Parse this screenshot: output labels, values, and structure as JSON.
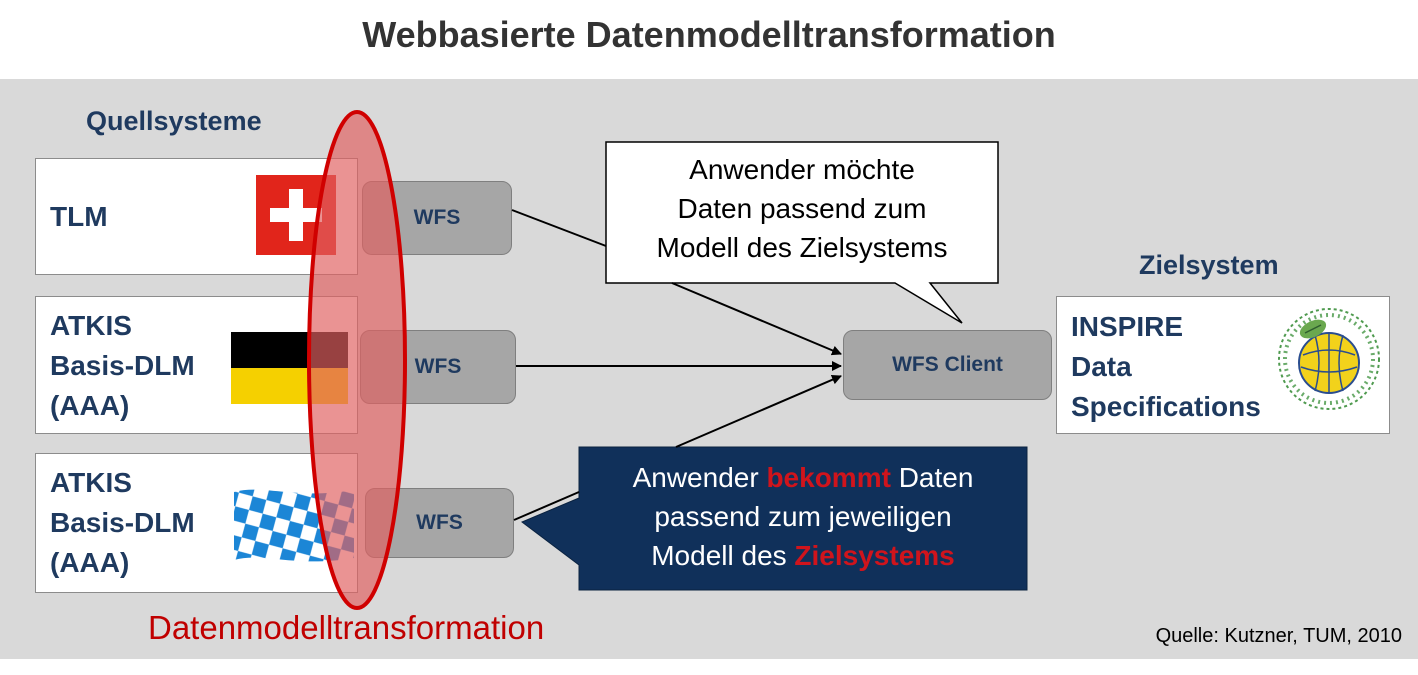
{
  "title": "Webbasierte Datenmodelltransformation",
  "sources_heading": "Quellsysteme",
  "target_heading": "Zielsystem",
  "sources": [
    {
      "lines": [
        "TLM"
      ],
      "flag": "swiss-flag-icon"
    },
    {
      "lines": [
        "ATKIS",
        "Basis-DLM",
        "(AAA)"
      ],
      "flag": "germany-flag-icon"
    },
    {
      "lines": [
        "ATKIS",
        "Basis-DLM",
        "(AAA)"
      ],
      "flag": "bavaria-flag-icon"
    }
  ],
  "wfs_label": "WFS",
  "client_label": "WFS Client",
  "target_lines": [
    "INSPIRE",
    "Data",
    "Specifications"
  ],
  "callout_top": [
    "Anwender möchte",
    "Daten passend zum",
    "Modell des Zielsystems"
  ],
  "callout_bottom": {
    "line1_prefix": "Anwender ",
    "line1_highlight": "bekommt",
    "line1_suffix": " Daten",
    "line2": "passend zum jeweiligen",
    "line3_prefix": "Modell des ",
    "line3_highlight": "Zielsystems"
  },
  "transformation_label": "Datenmodelltransformation",
  "source_credit": "Quelle: Kutzner, TUM, 2010",
  "colors": {
    "navy": "#1f3a5f",
    "highlight_red": "#c00000",
    "ellipse_fill": "#e06060",
    "callout_dark": "#10305a"
  }
}
